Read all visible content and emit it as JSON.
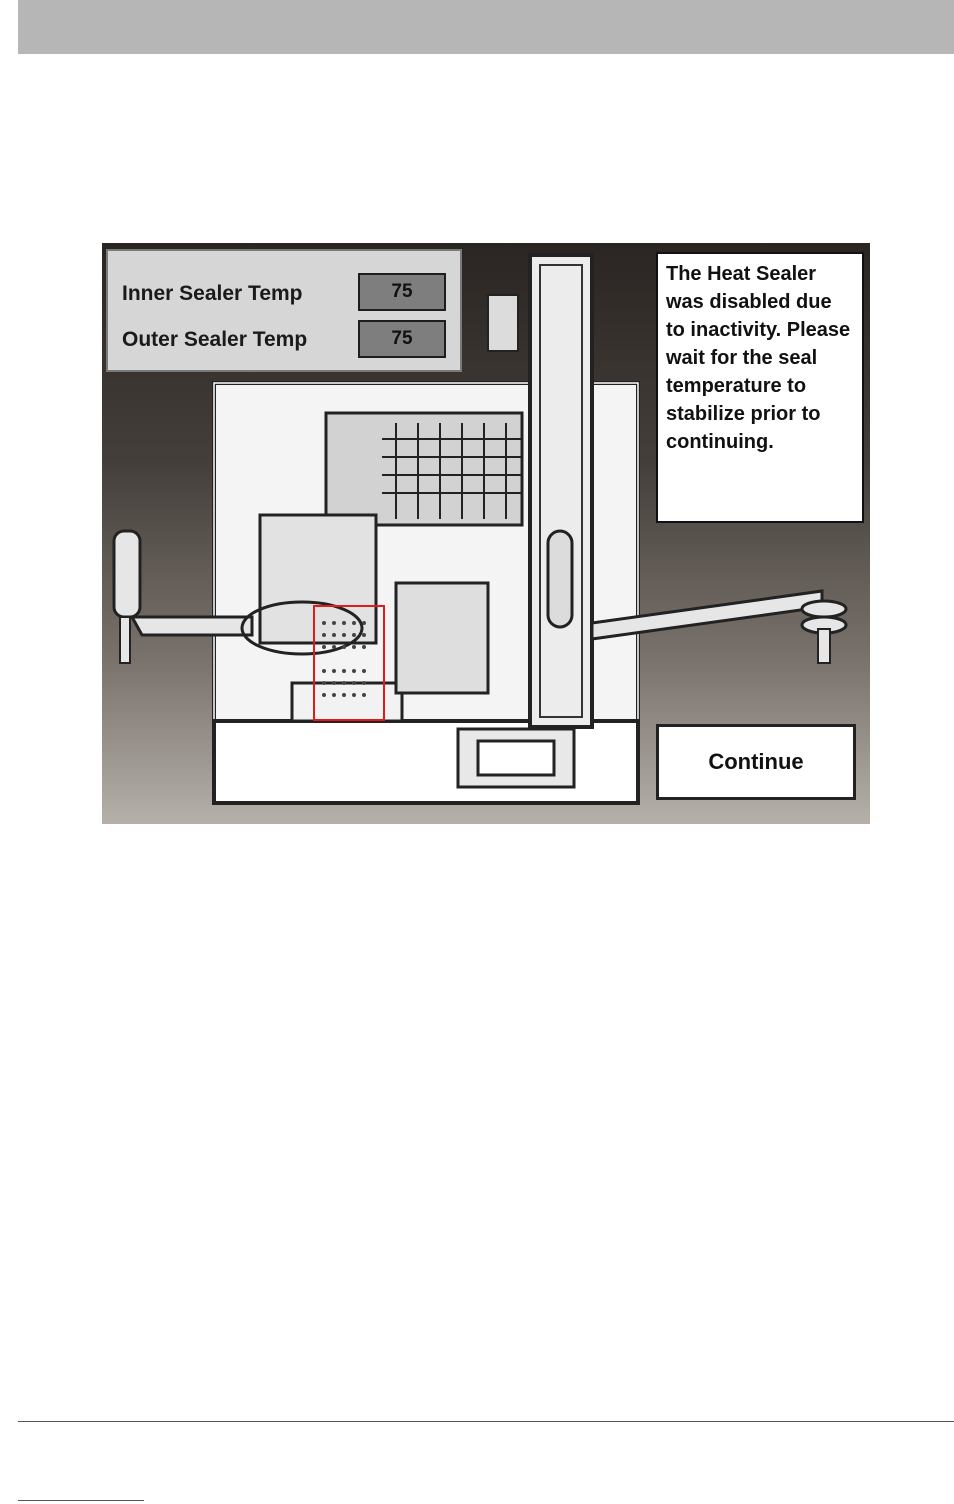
{
  "temperatures": {
    "inner": {
      "label": "Inner Sealer Temp",
      "value": "75"
    },
    "outer": {
      "label": "Outer Sealer Temp",
      "value": "75"
    }
  },
  "message": "The Heat Sealer was disabled due to inactivity. Please wait for the seal temperature to stabilize prior to continuing.",
  "continue_label": "Continue",
  "colors": {
    "highlight": "#e01b1b",
    "panel": "#d6d6d6",
    "value_box": "#7e7e7e"
  },
  "icons": [
    "heat-sealer-highlight-box",
    "machine-illustration"
  ]
}
